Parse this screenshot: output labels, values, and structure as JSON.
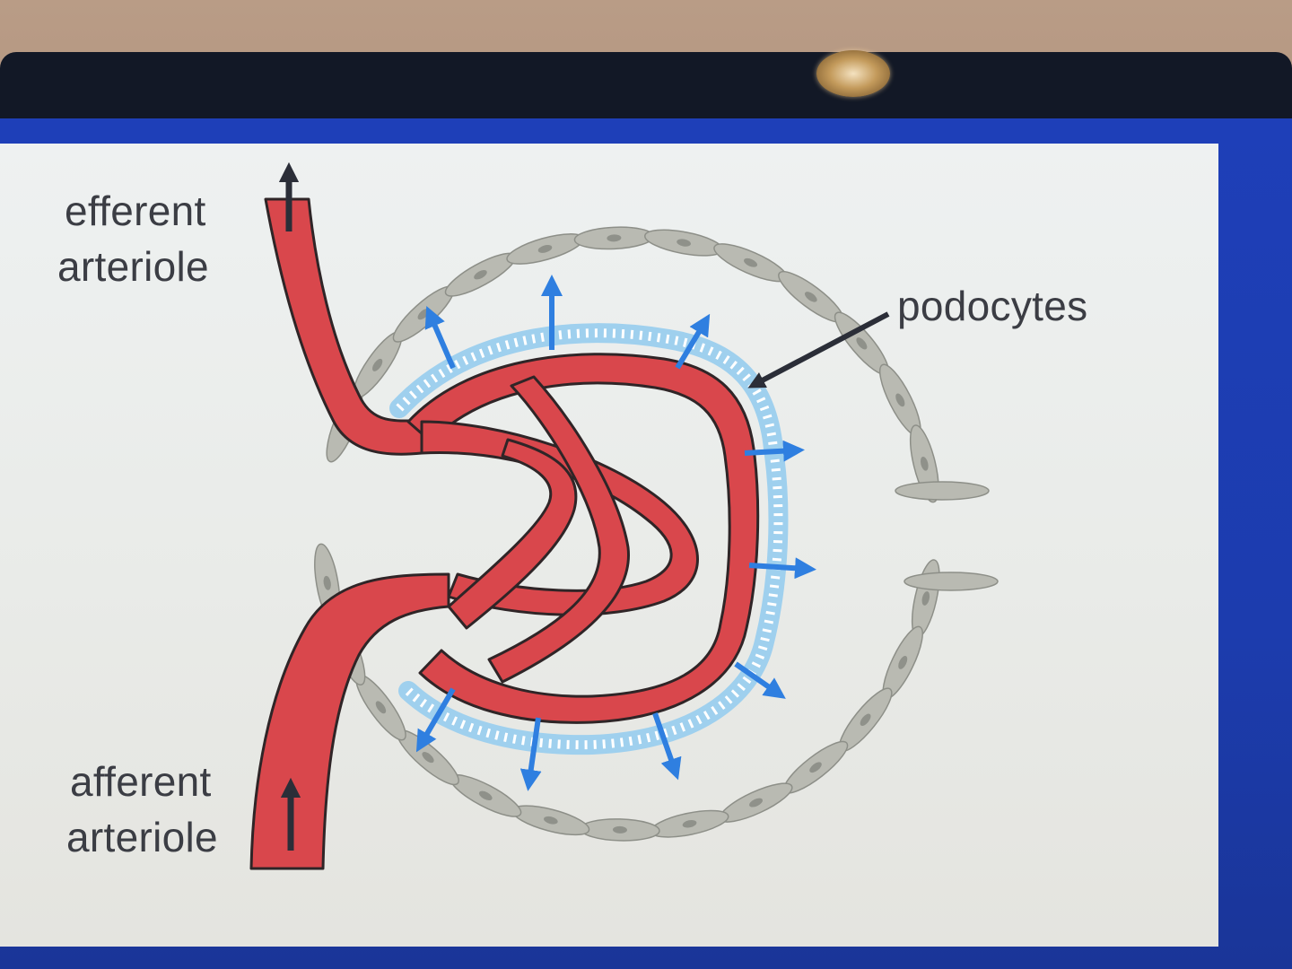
{
  "labels": {
    "efferent": [
      "efferent",
      "arteriole"
    ],
    "afferent": [
      "afferent",
      "arteriole"
    ],
    "podocytes": "podocytes"
  },
  "colors": {
    "vessel": "#d9474c",
    "vessel_outline": "#2f2527",
    "podocyte": "#9fd0ee",
    "filtration_arrow": "#2f7fe0",
    "capsule_cell": "#b9bab2",
    "flow_arrow": "#2b2e38"
  },
  "icons": {
    "flow_direction": "arrow-up-icon",
    "filtration": "arrow-outward-icon",
    "pointer": "arrow-pointer-icon"
  }
}
